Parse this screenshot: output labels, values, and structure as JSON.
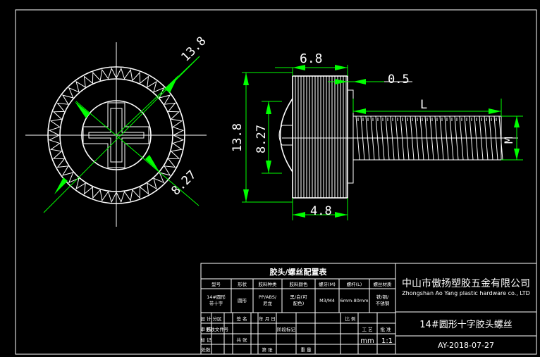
{
  "colors": {
    "background": "#000000",
    "line": "#ffffff",
    "dimension": "#00ff00"
  },
  "drawing": {
    "front_view": {
      "dims": {
        "outer": "13.8",
        "inner": "8.27"
      }
    },
    "side_view": {
      "dims": {
        "head_width": "6.8",
        "height": "13.8",
        "boss": "8.27",
        "gap": "0.5",
        "length": "L",
        "thread": "M",
        "base_width": "4.8"
      }
    }
  },
  "title_block": {
    "config_table": {
      "title": "胶头/螺丝配置表",
      "headers": [
        "型号",
        "形状",
        "胶料种类",
        "胶料颜色",
        "螺牙(M)",
        "螺杆(L)",
        "螺丝材质"
      ],
      "row": [
        "14#圆形\n带十字",
        "圆形",
        "PP/ABS/\n尼龙",
        "黑/白(可\n配色)",
        "M3/M4",
        "6mm-80mm",
        "铁/铜/\n不锈钢"
      ]
    },
    "company_cn": "中山市傲扬塑胶五金有限公司",
    "company_en": "Zhongshan Ao Yang plastic hardware co., LTD",
    "product_name": "14#圆形十字胶头螺丝",
    "unit": "mm",
    "scale": "1:1",
    "date": "AY-2018-07-27",
    "small_labels": [
      "设 计",
      "审 核",
      "标 记",
      "处数",
      "分区",
      "更改文件号",
      "签 名",
      "年 月 日",
      "阶段标记",
      "重 量",
      "比 例",
      "工 艺",
      "批 准",
      "共 张",
      "第 张"
    ]
  }
}
